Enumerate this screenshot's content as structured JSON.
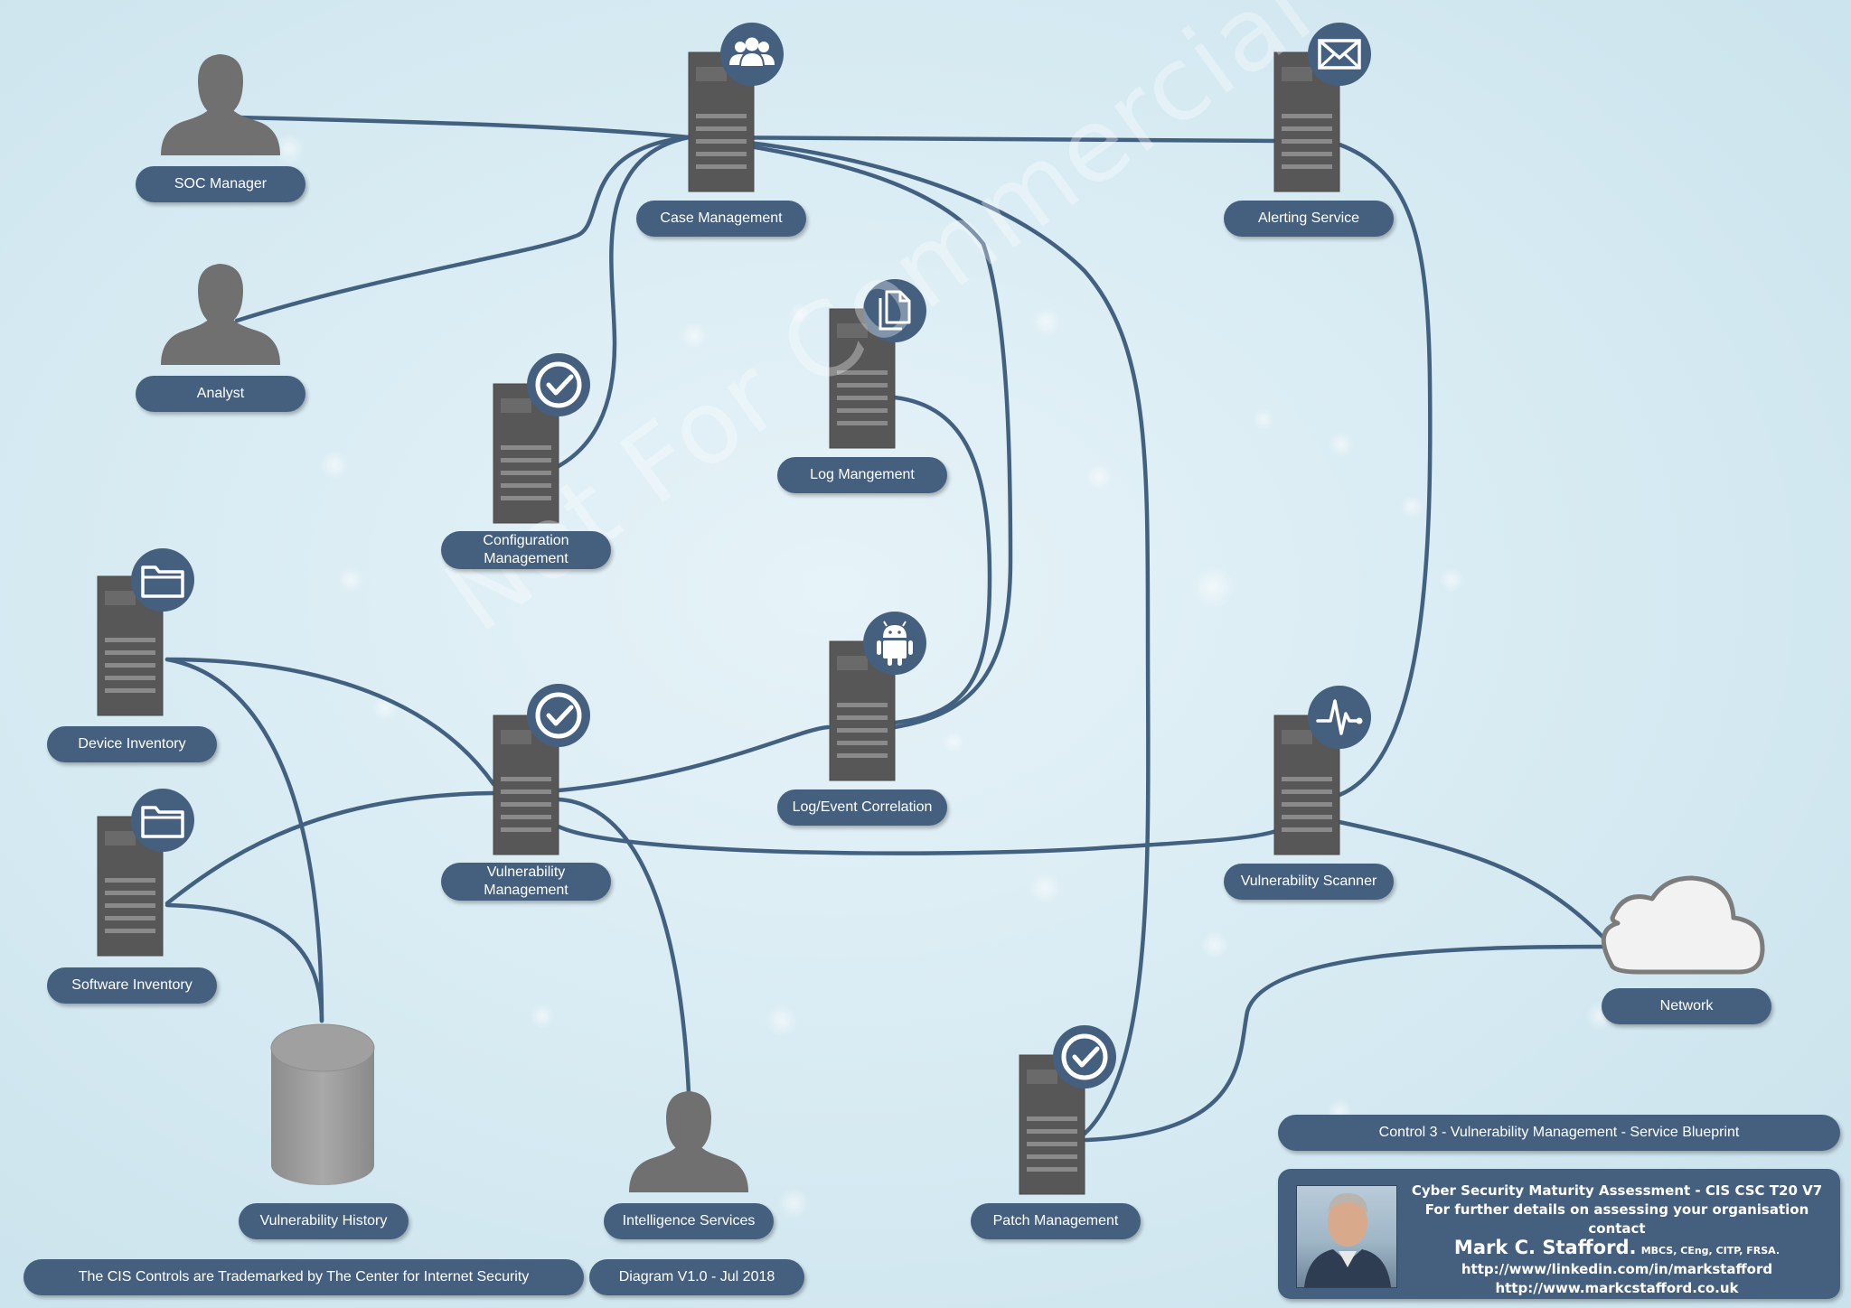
{
  "watermark": "Not For Commercial Use",
  "nodes": {
    "soc_manager": "SOC Manager",
    "analyst": "Analyst",
    "case_management": "Case Management",
    "alerting_service": "Alerting Service",
    "configuration_management": "Configuration Management",
    "log_management": "Log Mangement",
    "device_inventory": "Device Inventory",
    "vulnerability_management": "Vulnerability Management",
    "log_event_correlation": "Log/Event Correlation",
    "vulnerability_scanner": "Vulnerability Scanner",
    "software_inventory": "Software Inventory",
    "network": "Network",
    "vulnerability_history": "Vulnerability History",
    "intelligence_services": "Intelligence Services",
    "patch_management": "Patch Management"
  },
  "footer": {
    "trademark": "The CIS Controls are Trademarked by The Center for Internet Security",
    "version": "Diagram V1.0 - Jul 2018",
    "blueprint_title": "Control 3 - Vulnerability Management - Service Blueprint"
  },
  "info": {
    "line1": "Cyber Security Maturity Assessment - CIS CSC T20 V7",
    "line2": "For further details on assessing your organisation contact",
    "name": "Mark C. Stafford.",
    "credentials": "MBCS, CEng, CITP, FRSA.",
    "linkedin": "http://www/linkedin.com/in/markstafford",
    "website": "http://www.markcstafford.co.uk"
  },
  "icons": {
    "case_management": "users-icon",
    "alerting_service": "envelope-icon",
    "configuration_management": "check-circle-icon",
    "log_management": "documents-icon",
    "device_inventory": "folder-icon",
    "vulnerability_management": "check-circle-icon",
    "log_event_correlation": "android-icon",
    "vulnerability_scanner": "pulse-icon",
    "software_inventory": "folder-icon",
    "patch_management": "check-circle-icon"
  },
  "colors": {
    "line": "#42607f",
    "label_bg": "#45607f",
    "server": "#555555",
    "badge": "#45607f"
  }
}
